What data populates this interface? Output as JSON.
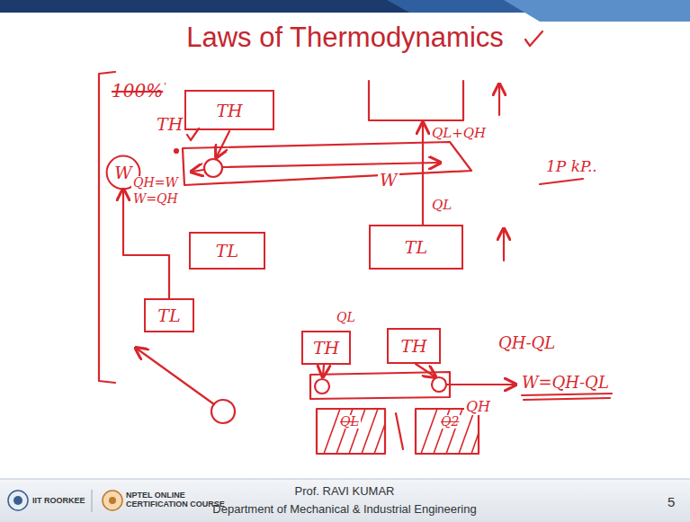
{
  "diagram": {
    "title": "Laws of Thermodynamics",
    "nodes": [
      {
        "text": [
          "TH"
        ]
      },
      {
        "text": [
          "TL"
        ]
      },
      {
        "text": [
          "TL"
        ]
      },
      {
        "text": [
          "TL"
        ]
      },
      {
        "text": [
          "W"
        ]
      },
      {
        "text": [
          "TH"
        ]
      },
      {
        "text": [
          "TH"
        ]
      }
    ],
    "edges": [
      {
        "from": 3,
        "to": 4,
        "arrow": "to"
      }
    ],
    "labels": [
      "100%",
      "TH",
      "QH=W",
      "W=QH",
      "W",
      "QL+QH",
      "QL",
      "1P kP..",
      "QL",
      "QH-QL",
      "QH",
      "W=QH-QL",
      "QL",
      "Q2",
      "IIT ROORKEE",
      "NPTEL ONLINE CERTIFICATION COURSE",
      "Prof. RAVI KUMAR",
      "Department of Mechanical & Industrial Engineering",
      "5"
    ]
  }
}
